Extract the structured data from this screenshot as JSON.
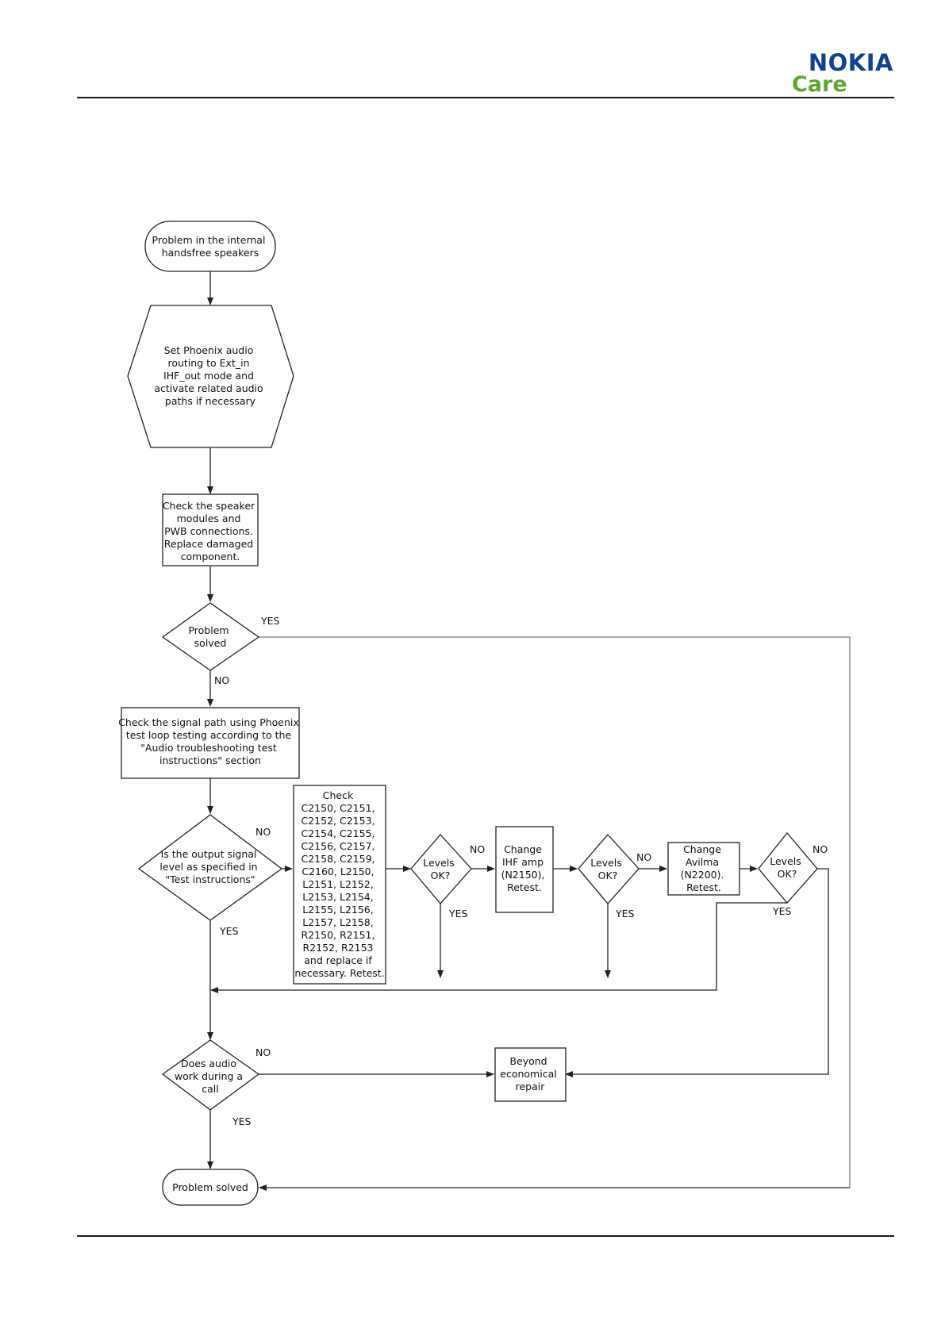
{
  "header": {
    "brand": "NOKIA",
    "brand_sub": "Care",
    "colors": {
      "brand": "#124191",
      "brand_sub": "#62a631"
    }
  },
  "flow": {
    "start": [
      "Problem in the internal",
      "handsfree speakers"
    ],
    "set_routing": [
      "Set Phoenix audio",
      "routing to Ext_in",
      "IHF_out mode and",
      "activate related audio",
      "paths if necessary"
    ],
    "check_speaker": [
      "Check the speaker",
      "modules and",
      "PWB connections.",
      "Replace damaged",
      "component."
    ],
    "problem_solved_q": [
      "Problem",
      "solved"
    ],
    "check_signal": [
      "Check the signal path using Phoenix",
      "test loop testing according to the",
      "\"Audio troubleshooting test",
      "instructions\" section"
    ],
    "output_level_q": [
      "Is the output signal",
      "level as specified in",
      "\"Test instructions\""
    ],
    "check_components": [
      "Check",
      "C2150, C2151,",
      "C2152, C2153,",
      "C2154, C2155,",
      "C2156, C2157,",
      "C2158, C2159,",
      "C2160, L2150,",
      "L2151, L2152,",
      "L2153, L2154,",
      "L2155, L2156,",
      "L2157, L2158,",
      "R2150, R2151,",
      "R2152, R2153",
      "and replace if",
      "necessary. Retest."
    ],
    "levels_ok_1": [
      "Levels",
      "OK?"
    ],
    "change_ihf": [
      "Change",
      "IHF amp",
      "(N2150),",
      "Retest."
    ],
    "levels_ok_2": [
      "Levels",
      "OK?"
    ],
    "change_avilma": [
      "Change",
      "Avilma",
      "(N2200).",
      "Retest."
    ],
    "levels_ok_3": [
      "Levels",
      "OK?"
    ],
    "audio_call_q": [
      "Does audio",
      "work during a",
      "call"
    ],
    "beyond_repair": [
      "Beyond",
      "economical",
      "repair"
    ],
    "end": [
      "Problem solved"
    ],
    "labels": {
      "yes_solved": "YES",
      "no_solved": "NO",
      "no_output": "NO",
      "yes_output": "YES",
      "no_levels1": "NO",
      "yes_levels1": "YES",
      "no_levels2": "NO",
      "yes_levels2": "YES",
      "no_levels3": "NO",
      "yes_levels3": "YES",
      "no_audio": "NO",
      "yes_audio": "YES"
    }
  }
}
